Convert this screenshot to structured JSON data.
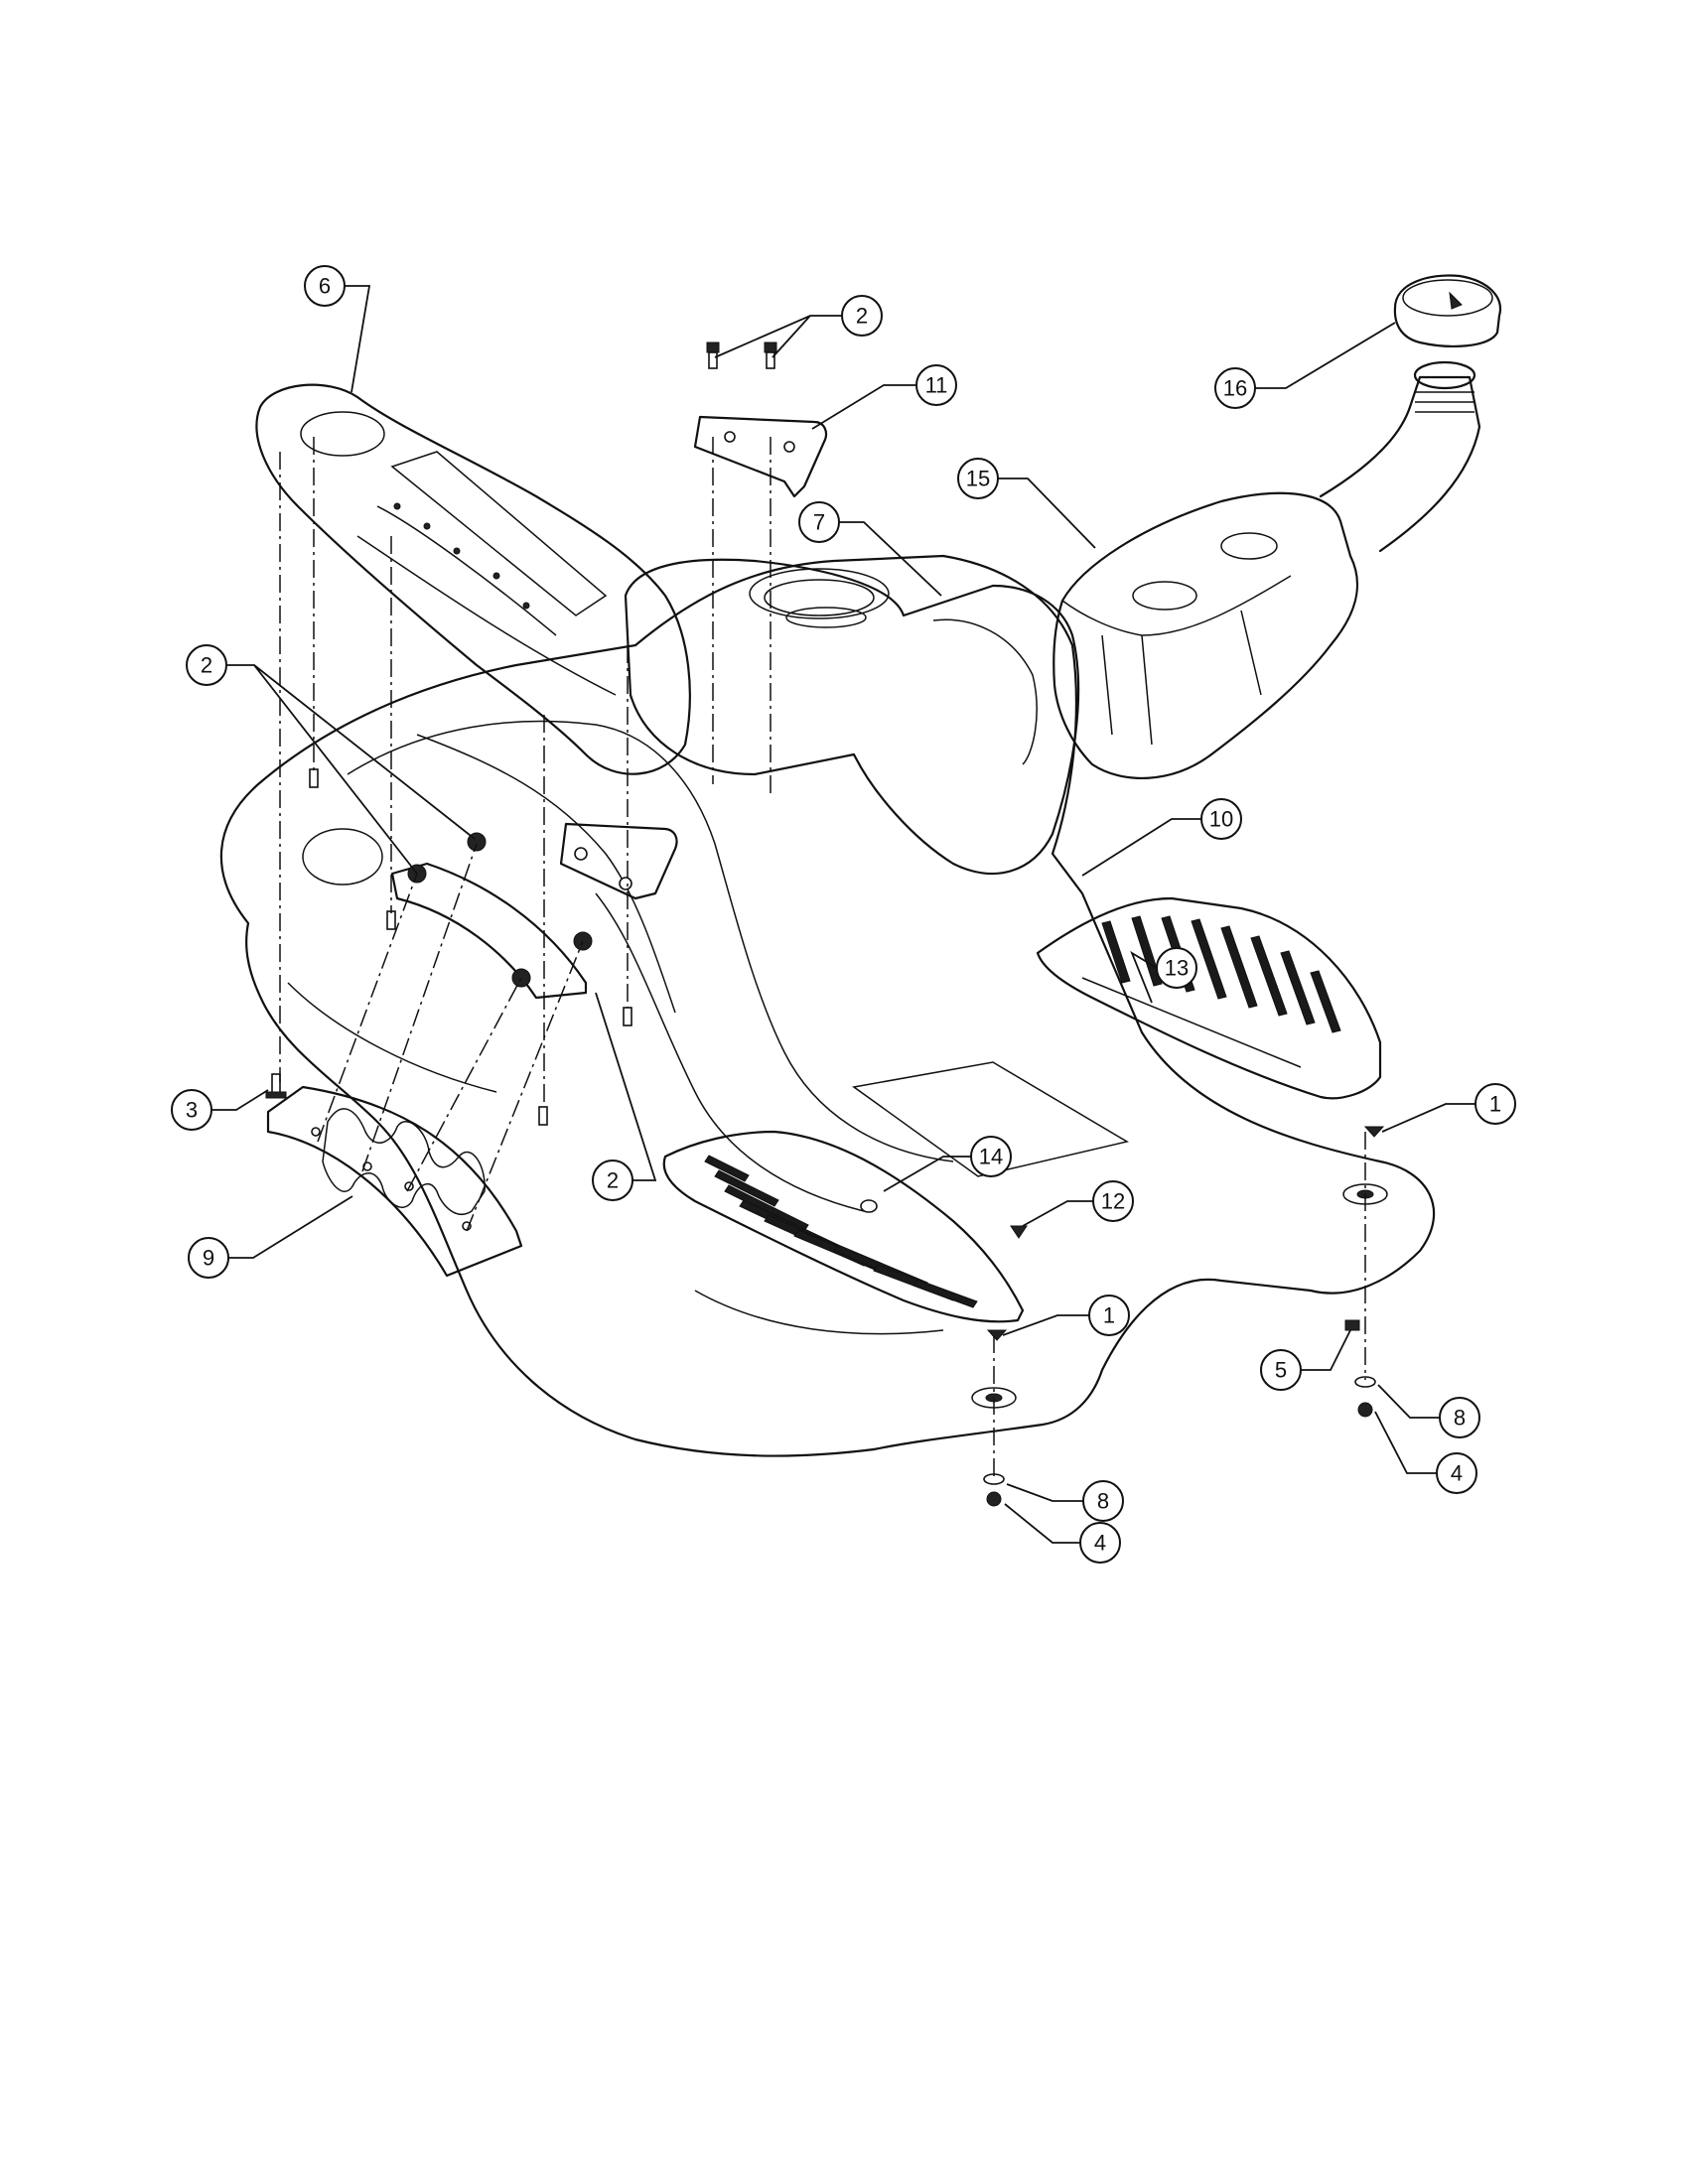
{
  "callouts": [
    {
      "id": "callout-6",
      "label": "6"
    },
    {
      "id": "callout-2-top",
      "label": "2"
    },
    {
      "id": "callout-11",
      "label": "11"
    },
    {
      "id": "callout-16",
      "label": "16"
    },
    {
      "id": "callout-15",
      "label": "15"
    },
    {
      "id": "callout-7",
      "label": "7"
    },
    {
      "id": "callout-2-left",
      "label": "2"
    },
    {
      "id": "callout-10",
      "label": "10"
    },
    {
      "id": "callout-13",
      "label": "13"
    },
    {
      "id": "callout-1-right",
      "label": "1"
    },
    {
      "id": "callout-3",
      "label": "3"
    },
    {
      "id": "callout-14",
      "label": "14"
    },
    {
      "id": "callout-2-bottom",
      "label": "2"
    },
    {
      "id": "callout-12",
      "label": "12"
    },
    {
      "id": "callout-9",
      "label": "9"
    },
    {
      "id": "callout-1-bottom",
      "label": "1"
    },
    {
      "id": "callout-5",
      "label": "5"
    },
    {
      "id": "callout-8-right",
      "label": "8"
    },
    {
      "id": "callout-4-right",
      "label": "4"
    },
    {
      "id": "callout-8-bottom",
      "label": "8"
    },
    {
      "id": "callout-4-bottom",
      "label": "4"
    }
  ]
}
